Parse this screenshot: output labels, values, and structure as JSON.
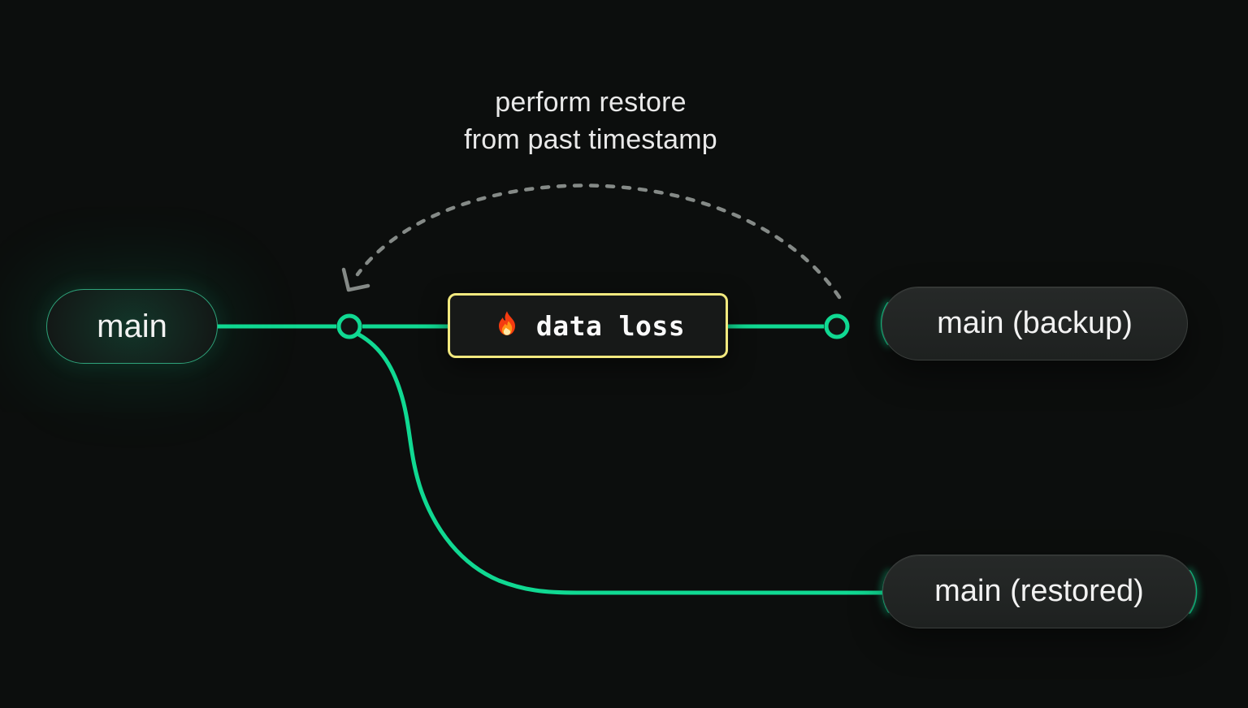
{
  "caption": {
    "line1": "perform restore",
    "line2": "from past timestamp"
  },
  "nodes": {
    "main": {
      "label": "main"
    },
    "backup": {
      "label": "main (backup)"
    },
    "restored": {
      "label": "main (restored)"
    }
  },
  "event": {
    "label": "data loss",
    "icon": "fire-icon"
  },
  "colors": {
    "background": "#0c0e0d",
    "accent_green": "#10d992",
    "event_border_yellow": "#f2e97f",
    "dashed_gray": "#858a87",
    "text_primary": "#f2f2f2",
    "caption_text": "#e9e9e9",
    "node_fill": "#212423",
    "node_border": "#3a3e3c"
  }
}
